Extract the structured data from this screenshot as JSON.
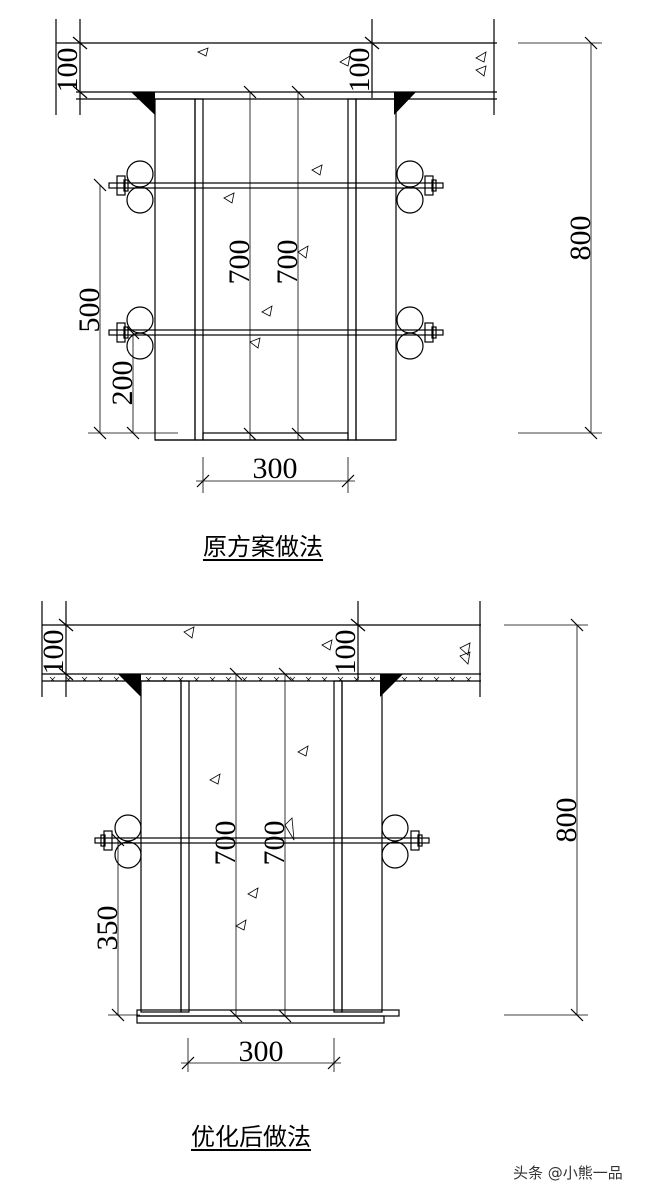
{
  "diagrams": [
    {
      "id": "original",
      "caption": "原方案做法",
      "dimensions": {
        "slab_left": "100",
        "slab_right": "100",
        "total_height": "800",
        "beam_depth_1": "700",
        "beam_depth_2": "700",
        "bolt_spacing": "500",
        "bolt_bottom": "200",
        "beam_width": "300"
      },
      "bolt_rows": 2
    },
    {
      "id": "optimized",
      "caption": "优化后做法",
      "dimensions": {
        "slab_left": "100",
        "slab_right": "100",
        "total_height": "800",
        "beam_depth_1": "700",
        "beam_depth_2": "700",
        "bolt_bottom": "350",
        "beam_width": "300"
      },
      "bolt_rows": 1
    }
  ],
  "watermark": "头条 @小熊一品",
  "colors": {
    "line": "#000000",
    "background": "#ffffff",
    "watermark": "#333333"
  }
}
